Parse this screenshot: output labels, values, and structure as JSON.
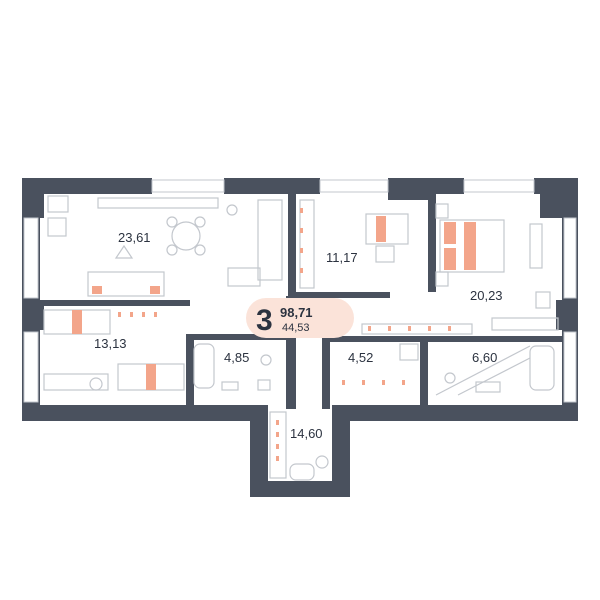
{
  "apartment": {
    "rooms": "3",
    "total_area": "98,71",
    "living_area": "44,53"
  },
  "rooms": [
    {
      "id": "kitchen-living",
      "area": "23,61"
    },
    {
      "id": "bedroom-small",
      "area": "11,17"
    },
    {
      "id": "bedroom-master",
      "area": "20,23"
    },
    {
      "id": "bedroom-left",
      "area": "13,13"
    },
    {
      "id": "bathroom-left",
      "area": "4,85"
    },
    {
      "id": "hall-center",
      "area": "4,52"
    },
    {
      "id": "bathroom-right",
      "area": "6,60"
    },
    {
      "id": "corridor",
      "area": "14,60"
    }
  ],
  "colors": {
    "wall": "#4a515e",
    "accent": "#f3a58a",
    "badge_fill": "#fbe3d9",
    "line": "#c3c7cd",
    "text": "#2c3340"
  }
}
